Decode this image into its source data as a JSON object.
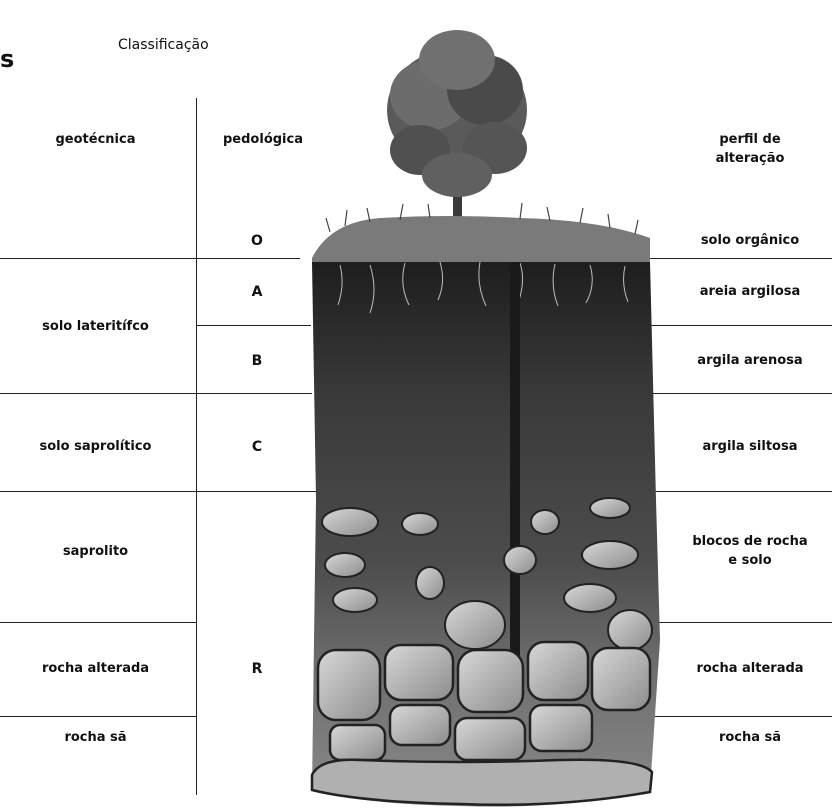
{
  "title": "Classificação",
  "cut_text": "s",
  "headers": {
    "geotecnica": "geotécnica",
    "pedologica": "pedológica",
    "perfil": [
      "perfil de",
      "alteração"
    ]
  },
  "geotechnical": [
    "solo lateritífco",
    "solo saprolítico",
    "saprolito",
    "rocha alterada",
    "rocha sã"
  ],
  "pedological": [
    "O",
    "A",
    "B",
    "C",
    "R"
  ],
  "alteration_profile": [
    [
      "solo orgânico"
    ],
    [
      "areia argilosa"
    ],
    [
      "argila arenosa"
    ],
    [
      "argila siltosa"
    ],
    [
      "blocos de rocha",
      "e solo"
    ],
    [
      "rocha alterada"
    ],
    [
      "rocha sã"
    ]
  ],
  "colors": {
    "line": "#222222",
    "soil_dark": "#2a2a2a",
    "soil_mid": "#4a4a4a",
    "rock": "#9a9a9a",
    "rock_light": "#c4c4c4"
  }
}
